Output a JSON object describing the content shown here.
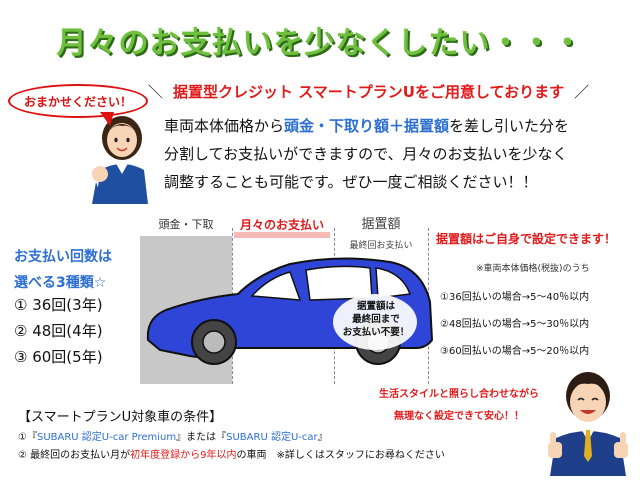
{
  "title": "月々のお支払いを少なくしたい・・・",
  "bubble": "おまかせください！",
  "banner": {
    "slash_left": "＼",
    "accent": "据置型クレジット スマートプランU",
    "tail": "をご用意しております",
    "slash_right": "／"
  },
  "description": {
    "line1_a": "車両本体価格から",
    "line1_hl": "頭金・下取り額＋据置額",
    "line1_b": "を差し引いた分を",
    "line2": "分割してお支払いができますので、月々のお支払いを少なく",
    "line3": "調整することも可能です。ぜひ一度ご相談ください！！"
  },
  "diagram": {
    "down_payment": "頭金・下取",
    "monthly": "月々のお支払い",
    "balloon": "据置額",
    "balloon_sub": "最終回お支払い",
    "car_text": [
      "据置額は",
      "最終回まで",
      "お支払い不要！"
    ]
  },
  "payment_counts": {
    "title_1": "お支払い回数は",
    "title_2": "選べる3種類☆",
    "items": [
      "① 36回(3年)",
      "② 48回(4年)",
      "③ 60回(5年)"
    ]
  },
  "right_panel": {
    "title": "据置額はご自身で設定できます！",
    "note": "※車両本体価格(税抜)のうち",
    "items": [
      "①36回払いの場合→5～40％以内",
      "②48回払いの場合→5～30％以内",
      "③60回払いの場合→5～20％以内"
    ]
  },
  "lifestyle": {
    "line1": "生活スタイルと照らし合わせながら",
    "line2": "無理なく設定できて安心！！"
  },
  "conditions": {
    "title": "【スマートプランU対象車の条件】",
    "item1_prefix": "①『",
    "item1_blue1": "SUBARU 認定U-car Premium",
    "item1_mid": "』または『",
    "item1_blue2": "SUBARU 認定U-car",
    "item1_suffix": "』",
    "item2_prefix": "② 最終回のお支払い月が",
    "item2_red": "初年度登録から9年以内",
    "item2_suffix": "の車両　※詳しくはスタッフにお尋ねください"
  },
  "colors": {
    "title_green": "#6fbf3f",
    "accent_red": "#e31a1a",
    "accent_blue": "#2d6fd2",
    "car_blue": "#2f45d8"
  },
  "icons": {
    "staff_woman": "staff-woman-icon",
    "staff_man": "staff-man-icon",
    "car": "car-illustration"
  }
}
